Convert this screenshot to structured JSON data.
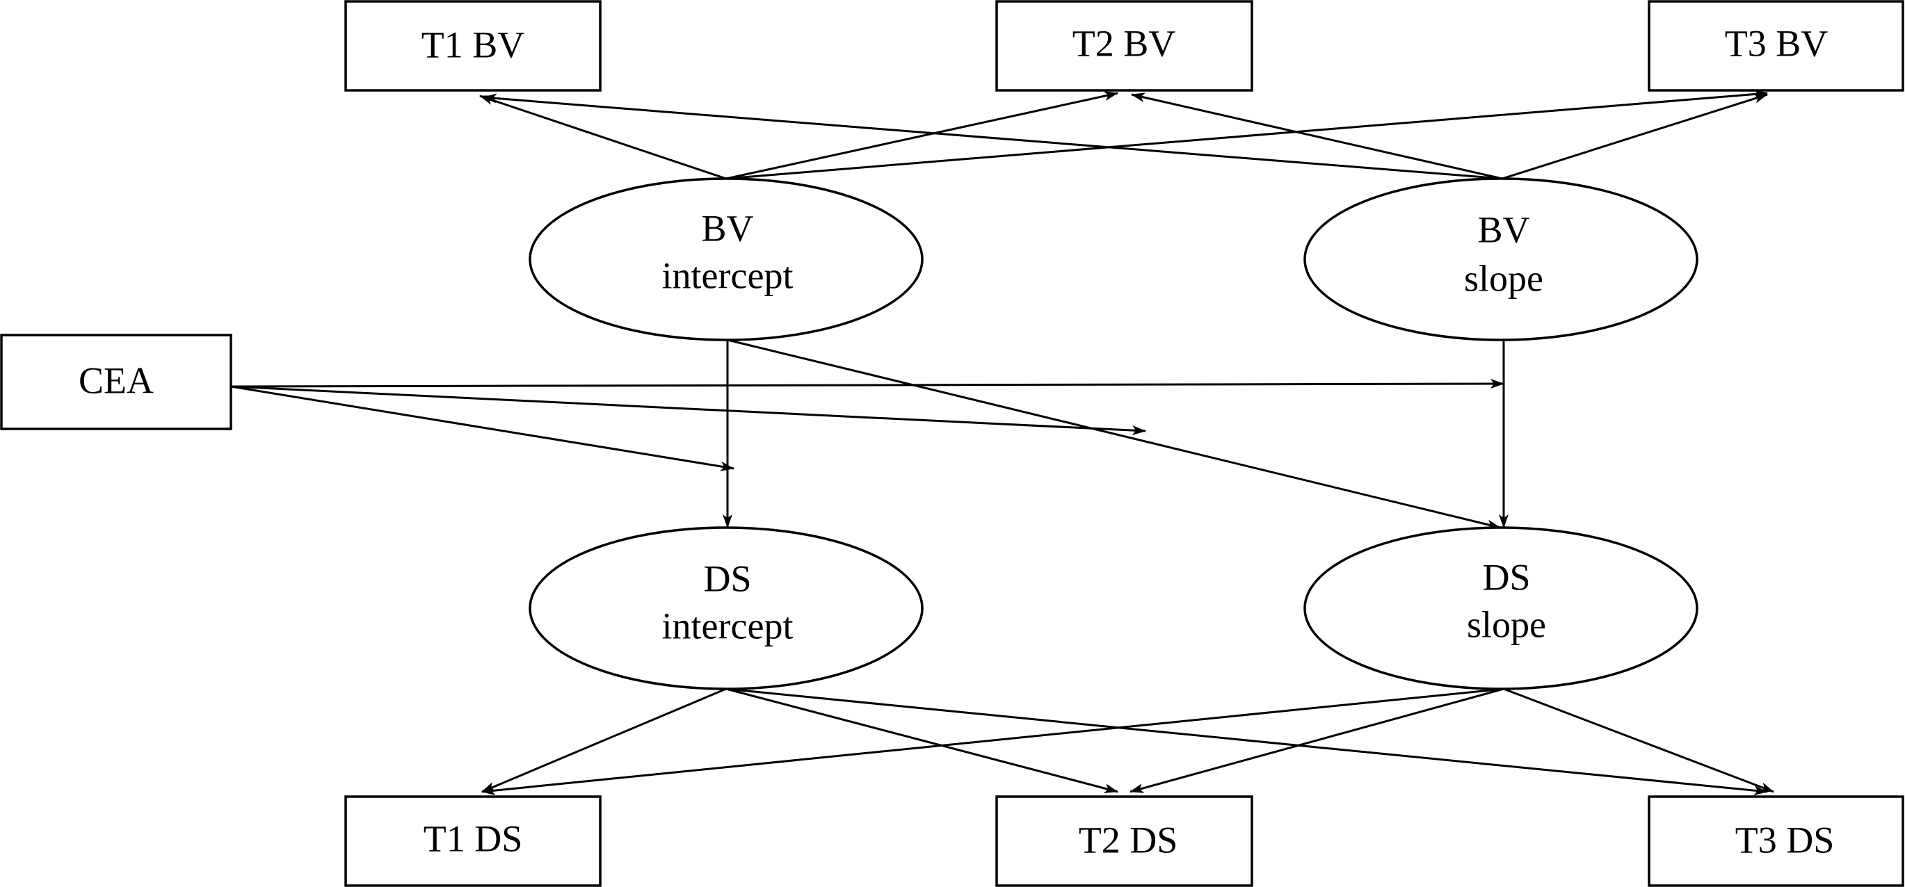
{
  "diagram": {
    "type": "path-diagram",
    "nodes": [
      {
        "id": "t1bv",
        "kind": "box",
        "lines": [
          "T1 BV"
        ]
      },
      {
        "id": "t2bv",
        "kind": "box",
        "lines": [
          "T2 BV"
        ]
      },
      {
        "id": "t3bv",
        "kind": "box",
        "lines": [
          "T3 BV"
        ]
      },
      {
        "id": "bvi",
        "kind": "ellipse",
        "lines": [
          "BV",
          "intercept"
        ]
      },
      {
        "id": "bvs",
        "kind": "ellipse",
        "lines": [
          "BV",
          "slope"
        ]
      },
      {
        "id": "cea",
        "kind": "box",
        "lines": [
          "CEA"
        ]
      },
      {
        "id": "dsi",
        "kind": "ellipse",
        "lines": [
          "DS",
          "intercept"
        ]
      },
      {
        "id": "dss",
        "kind": "ellipse",
        "lines": [
          "DS",
          "slope"
        ]
      },
      {
        "id": "t1ds",
        "kind": "box",
        "lines": [
          "T1 DS"
        ]
      },
      {
        "id": "t2ds",
        "kind": "box",
        "lines": [
          "T2 DS"
        ]
      },
      {
        "id": "t3ds",
        "kind": "box",
        "lines": [
          "T3 DS"
        ]
      }
    ],
    "edges": [
      {
        "from": "bvi",
        "to": "t1bv"
      },
      {
        "from": "bvi",
        "to": "t2bv"
      },
      {
        "from": "bvi",
        "to": "t3bv"
      },
      {
        "from": "bvs",
        "to": "t1bv"
      },
      {
        "from": "bvs",
        "to": "t2bv"
      },
      {
        "from": "bvs",
        "to": "t3bv"
      },
      {
        "from": "cea",
        "to": "bvs-dss-path"
      },
      {
        "from": "cea",
        "to": "bvi-dss-path"
      },
      {
        "from": "cea",
        "to": "bvi-dsi-path"
      },
      {
        "from": "bvi",
        "to": "dsi"
      },
      {
        "from": "bvi",
        "to": "dss"
      },
      {
        "from": "bvs",
        "to": "dss"
      },
      {
        "from": "dsi",
        "to": "t1ds"
      },
      {
        "from": "dsi",
        "to": "t2ds"
      },
      {
        "from": "dsi",
        "to": "t3ds"
      },
      {
        "from": "dss",
        "to": "t1ds"
      },
      {
        "from": "dss",
        "to": "t2ds"
      },
      {
        "from": "dss",
        "to": "t3ds"
      }
    ]
  }
}
